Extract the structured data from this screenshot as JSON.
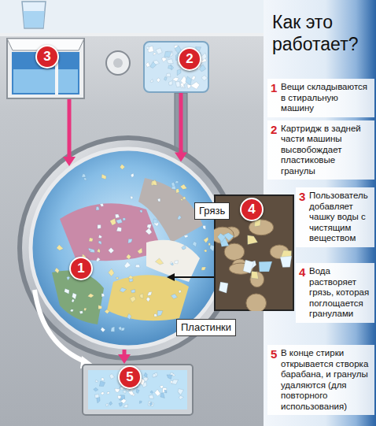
{
  "diagram": {
    "title": "Как это работает?",
    "nodes": [
      {
        "text": [
          "3"
        ]
      },
      {
        "text": [
          "2"
        ]
      },
      {
        "text": [
          "1"
        ]
      },
      {
        "text": [
          "Грязь"
        ]
      },
      {
        "text": [
          "4"
        ]
      },
      {
        "text": [
          "Пластинки"
        ]
      },
      {
        "text": [
          "5"
        ]
      },
      {
        "text": [
          "1",
          "Вещи складываются в стиральную машину"
        ]
      },
      {
        "text": [
          "2",
          "Картридж в задней части машины высвобождает пластиковые гранулы"
        ]
      },
      {
        "text": [
          "3",
          "Пользователь добавляет чашку воды с чистящим веществом"
        ]
      },
      {
        "text": [
          "4",
          "Вода растворяет грязь, которая поглощается гранулами"
        ]
      },
      {
        "text": [
          "5",
          "В конце стирки открывается створка барабана, и гранулы удаляются (для повторного использования)"
        ]
      }
    ],
    "edges": [
      {
        "from": 0,
        "to": 2,
        "arrow": "to"
      },
      {
        "from": 1,
        "to": 2,
        "arrow": "to"
      },
      {
        "from": 2,
        "to": 6,
        "arrow": "to"
      }
    ]
  }
}
